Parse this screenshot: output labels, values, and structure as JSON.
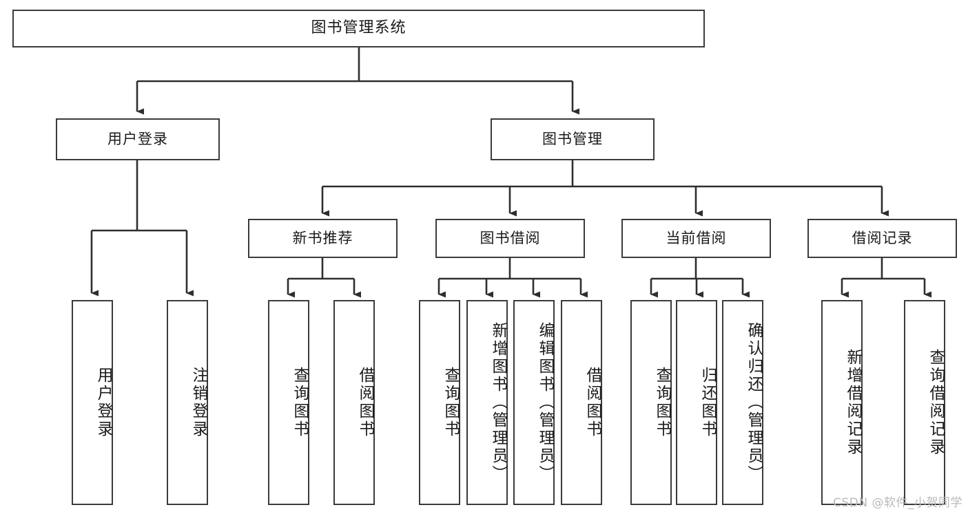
{
  "diagram": {
    "title": "图书管理系统",
    "type": "tree",
    "root": "图书管理系统",
    "level2": {
      "user_login": "用户登录",
      "book_manage": "图书管理"
    },
    "level3": {
      "new_book_recommend": "新书推荐",
      "book_borrow": "图书借阅",
      "current_borrow": "当前借阅",
      "borrow_record": "借阅记录"
    },
    "leaves": {
      "user_login_children": [
        "用户登录",
        "注销登录"
      ],
      "new_book_recommend_children": [
        "查询图书",
        "借阅图书"
      ],
      "book_borrow_children": [
        "查询图书",
        "新增图书（管理员）",
        "编辑图书（管理员）",
        "借阅图书"
      ],
      "current_borrow_children": [
        "查询图书",
        "归还图书",
        "确认归还（管理员）"
      ],
      "borrow_record_children": [
        "新增借阅记录",
        "查询借阅记录"
      ]
    }
  },
  "watermark": {
    "text": "CSDN @软件_小贺同学"
  },
  "colors": {
    "stroke": "#3a3a3a",
    "background": "#ffffff",
    "text": "#1a1a1a",
    "watermark": "#b9b9b9"
  }
}
